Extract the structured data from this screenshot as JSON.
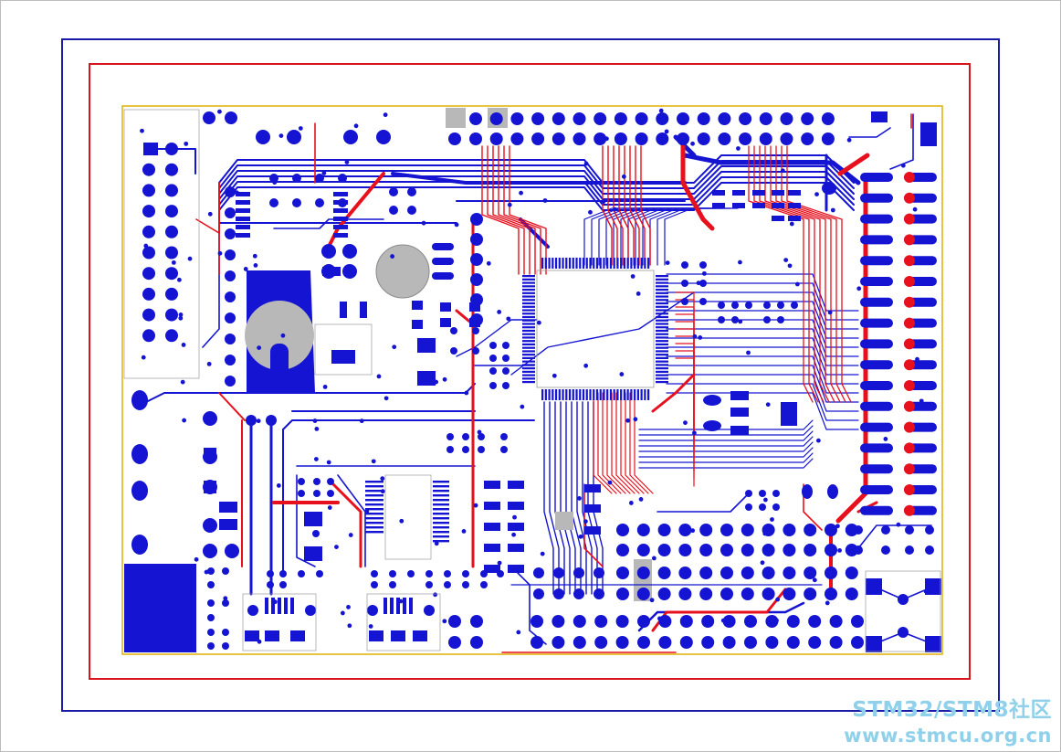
{
  "diagram": {
    "kind": "pcb-layout",
    "colors": {
      "top_layer": "#e8101c",
      "bottom_layer": "#1414d2",
      "outer_frame": "#1a1aa8",
      "inner_frame": "#d8141c",
      "board_outline": "#e0b000",
      "pad_fill": "#1414d2",
      "silk_gray": "#b8b8b8",
      "frame_border": "#bdbdbd"
    }
  },
  "watermark": {
    "line1": "STM32/STM8社区",
    "line2": "www.stmcu.org.cn",
    "color": "#8fd0ea"
  }
}
